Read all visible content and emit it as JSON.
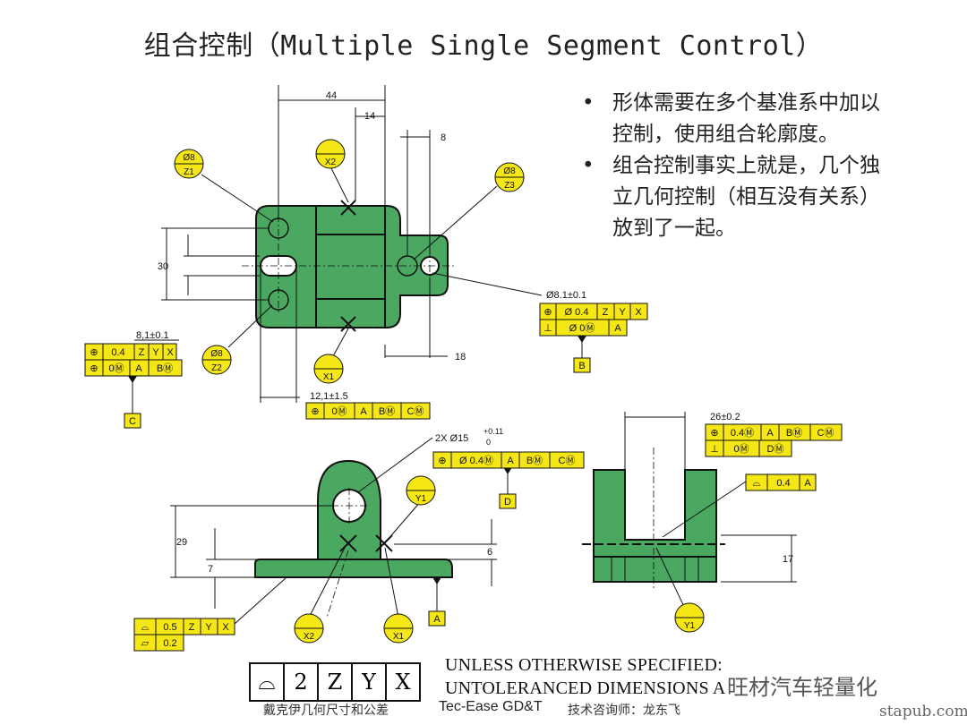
{
  "title": "组合控制（Multiple Single Segment Control）",
  "bullets": [
    "形体需要在多个基准系中加以控制，使用组合轮廓度。",
    "组合控制事实上就是，几个独立几何控制（相互没有关系）放到了一起。"
  ],
  "bullet_symbol": "•",
  "dims": {
    "d44": "44",
    "d14": "14",
    "d8": "8",
    "d30": "30",
    "d18": "18",
    "d8_1": "8,1±0.1",
    "d8_1b": "Ø8.1±0.1",
    "d12_1": "12,1±1.5",
    "d26": "26±0.2",
    "d2x": "2X Ø15",
    "d2x_tol_up": "+0.11",
    "d2x_tol_lo": "0",
    "d29": "29",
    "d7": "7",
    "d6": "6",
    "d17": "17"
  },
  "targets": {
    "z1": [
      "Ø8",
      "Z1"
    ],
    "x2top": [
      "",
      "X2"
    ],
    "z3": [
      "Ø8",
      "Z3"
    ],
    "z2": [
      "Ø8",
      "Z2"
    ],
    "x1top": [
      "",
      "X1"
    ],
    "y1a": [
      "",
      "Y1"
    ],
    "x2b": [
      "",
      "X2"
    ],
    "x1b": [
      "",
      "X1"
    ],
    "y1b": [
      "",
      "Y1"
    ]
  },
  "datums": {
    "c": "C",
    "b": "B",
    "d": "D",
    "a": "A"
  },
  "fcf": {
    "left_row1": [
      "⊕",
      "0.4",
      "Z",
      "Y",
      "X"
    ],
    "left_row2": [
      "⊕",
      "0Ⓜ",
      "A",
      "BⓂ"
    ],
    "right_row1": [
      "⊕",
      "Ø 0.4",
      "Z",
      "Y",
      "X"
    ],
    "right_row2": [
      "⊥",
      "Ø 0Ⓜ",
      "A"
    ],
    "center": [
      "⊕",
      "0Ⓜ",
      "A",
      "BⓂ",
      "CⓂ"
    ],
    "big_row1": [
      "⊕",
      "0.4Ⓜ",
      "A",
      "BⓂ",
      "CⓂ"
    ],
    "big_row2": [
      "⊥",
      "0Ⓜ",
      "DⓂ"
    ],
    "hole": [
      "⊕",
      "Ø 0.4Ⓜ",
      "A",
      "BⓂ",
      "CⓂ"
    ],
    "profile_right": [
      "⌓",
      "0.4",
      "A"
    ],
    "bottom_row1": [
      "⌓",
      "0.5",
      "Z",
      "Y",
      "X"
    ],
    "bottom_row2": [
      "▱",
      "0.2"
    ]
  },
  "footer": {
    "box": [
      "⌓",
      "2",
      "Z",
      "Y",
      "X"
    ],
    "unless_line1": "UNLESS OTHERWISE SPECIFIED:",
    "unless_line2": "UNTOLERANCED DIMENSIONS A",
    "left": "戴克伊几何尺寸和公差",
    "mid": "Tec-Ease GD&T",
    "right": "技术咨询师：龙东飞",
    "watermark": "旺材汽车轻量化",
    "site": "stapub.com"
  },
  "colors": {
    "green": "#4aa860",
    "yellow": "#f5e616",
    "line": "#111111"
  }
}
